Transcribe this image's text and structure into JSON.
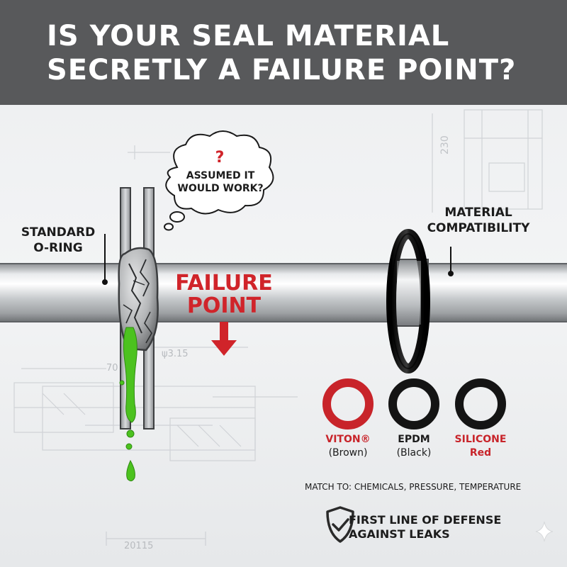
{
  "header": {
    "title_line_1": "IS YOUR SEAL MATERIAL",
    "title_line_2": "SECRETLY A FAILURE POINT?"
  },
  "thought_bubble": {
    "question_mark": "?",
    "line_1": "ASSUMED IT",
    "line_2": "WOULD WORK?"
  },
  "labels": {
    "standard_oring_1": "STANDARD",
    "standard_oring_2": "O-RING",
    "failure_1": "FAILURE",
    "failure_2": "POINT",
    "compat_1": "MATERIAL",
    "compat_2": "COMPATIBILITY"
  },
  "materials": [
    {
      "name": "VITON®",
      "note": "(Brown)",
      "ring_color": "#c8242a",
      "name_color": "#c8242a",
      "note_color": "#1c1c1c"
    },
    {
      "name": "EPDM",
      "note": "(Black)",
      "ring_color": "#141414",
      "name_color": "#1c1c1c",
      "note_color": "#1c1c1c"
    },
    {
      "name": "SILICONE",
      "note": "Red",
      "ring_color": "#141414",
      "name_color": "#c8242a",
      "note_color": "#c8242a"
    }
  ],
  "match_text": "MATCH TO: CHEMICALS, PRESSURE, TEMPERATURE",
  "defense_1": "FIRST LINE OF DEFENSE",
  "defense_2": "AGAINST LEAKS",
  "blueprint_text": {
    "dim_1": "230",
    "dim_2": "ψ3.15",
    "dim_3": "70",
    "dim_4": "20115"
  },
  "colors": {
    "header_bg": "#58595b",
    "accent_red": "#d0242a",
    "leak_green": "#4cc21f"
  },
  "icons": {
    "shield": "shield-check-icon",
    "sparkle": "sparkle-icon"
  }
}
